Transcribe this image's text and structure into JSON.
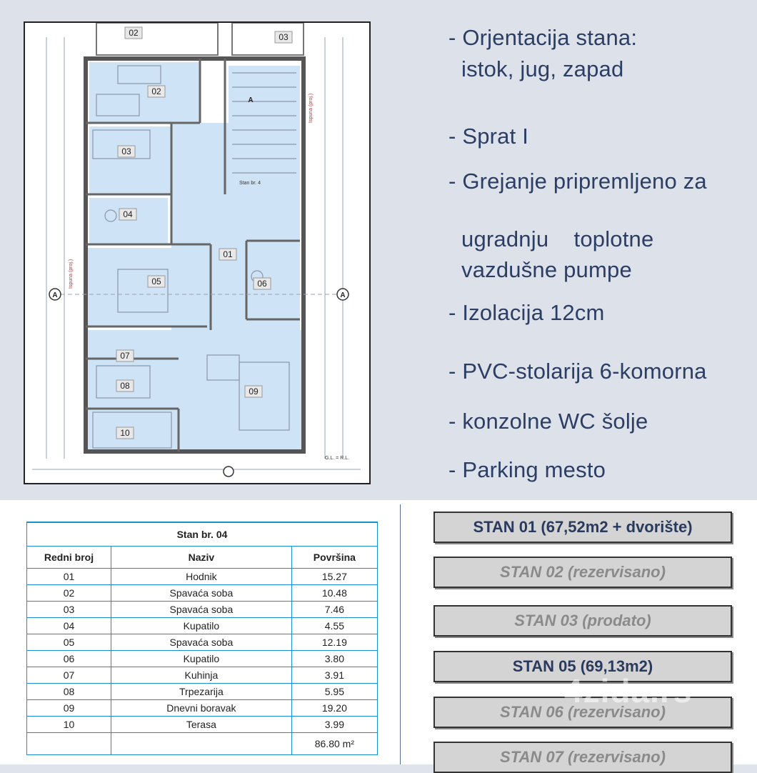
{
  "features": [
    "- Orjentacija stana:",
    "istok, jug, zapad",
    "- Sprat I",
    "- Grejanje pripremljeno za",
    "ugradnju    toplotne",
    "vazdušne pumpe",
    "-  Izolacija 12cm",
    "-  PVC-stolarija 6-komorna",
    "-  konzolne WC šolje",
    "-  Parking mesto"
  ],
  "plan": {
    "room_numbers": [
      "02",
      "03",
      "02",
      "03",
      "04",
      "01",
      "05",
      "06",
      "07",
      "08",
      "09",
      "10"
    ],
    "section_marks": [
      "A",
      "A",
      "A"
    ],
    "text_labels": [
      "Stan br. 4",
      "Ispuna (proj.)",
      "G.L. = R.L.",
      "Ispuna (proj.)"
    ]
  },
  "table": {
    "caption": "Stan br. 04",
    "headers": [
      "Redni broj",
      "Naziv",
      "Površina"
    ],
    "rows": [
      [
        "01",
        "Hodnik",
        "15.27"
      ],
      [
        "02",
        "Spavaća soba",
        "10.48"
      ],
      [
        "03",
        "Spavaća soba",
        "7.46"
      ],
      [
        "04",
        "Kupatilo",
        "4.55"
      ],
      [
        "05",
        "Spavaća soba",
        "12.19"
      ],
      [
        "06",
        "Kupatilo",
        "3.80"
      ],
      [
        "07",
        "Kuhinja",
        "3.91"
      ],
      [
        "08",
        "Trpezarija",
        "5.95"
      ],
      [
        "09",
        "Dnevni boravak",
        "19.20"
      ],
      [
        "10",
        "Terasa",
        "3.99"
      ]
    ],
    "total": "86.80 m²"
  },
  "stan_buttons": [
    {
      "label": "STAN 01 (67,52m2 + dvorište)",
      "status": "available"
    },
    {
      "label": "STAN 02 (rezervisano)",
      "status": "unavailable"
    },
    {
      "label": "STAN 03 (prodato)",
      "status": "unavailable"
    },
    {
      "label": "STAN 05 (69,13m2)",
      "status": "available"
    },
    {
      "label": "STAN 06 (rezervisano)",
      "status": "unavailable"
    },
    {
      "label": "STAN 07 (rezervisano)",
      "status": "unavailable"
    }
  ],
  "watermark": "4zida.rs",
  "colors": {
    "feature_text": "#2c3e63",
    "table_border": "#1a8fd0",
    "room_fill": "#cfe3f6",
    "button_fill": "#d4d4d4"
  }
}
